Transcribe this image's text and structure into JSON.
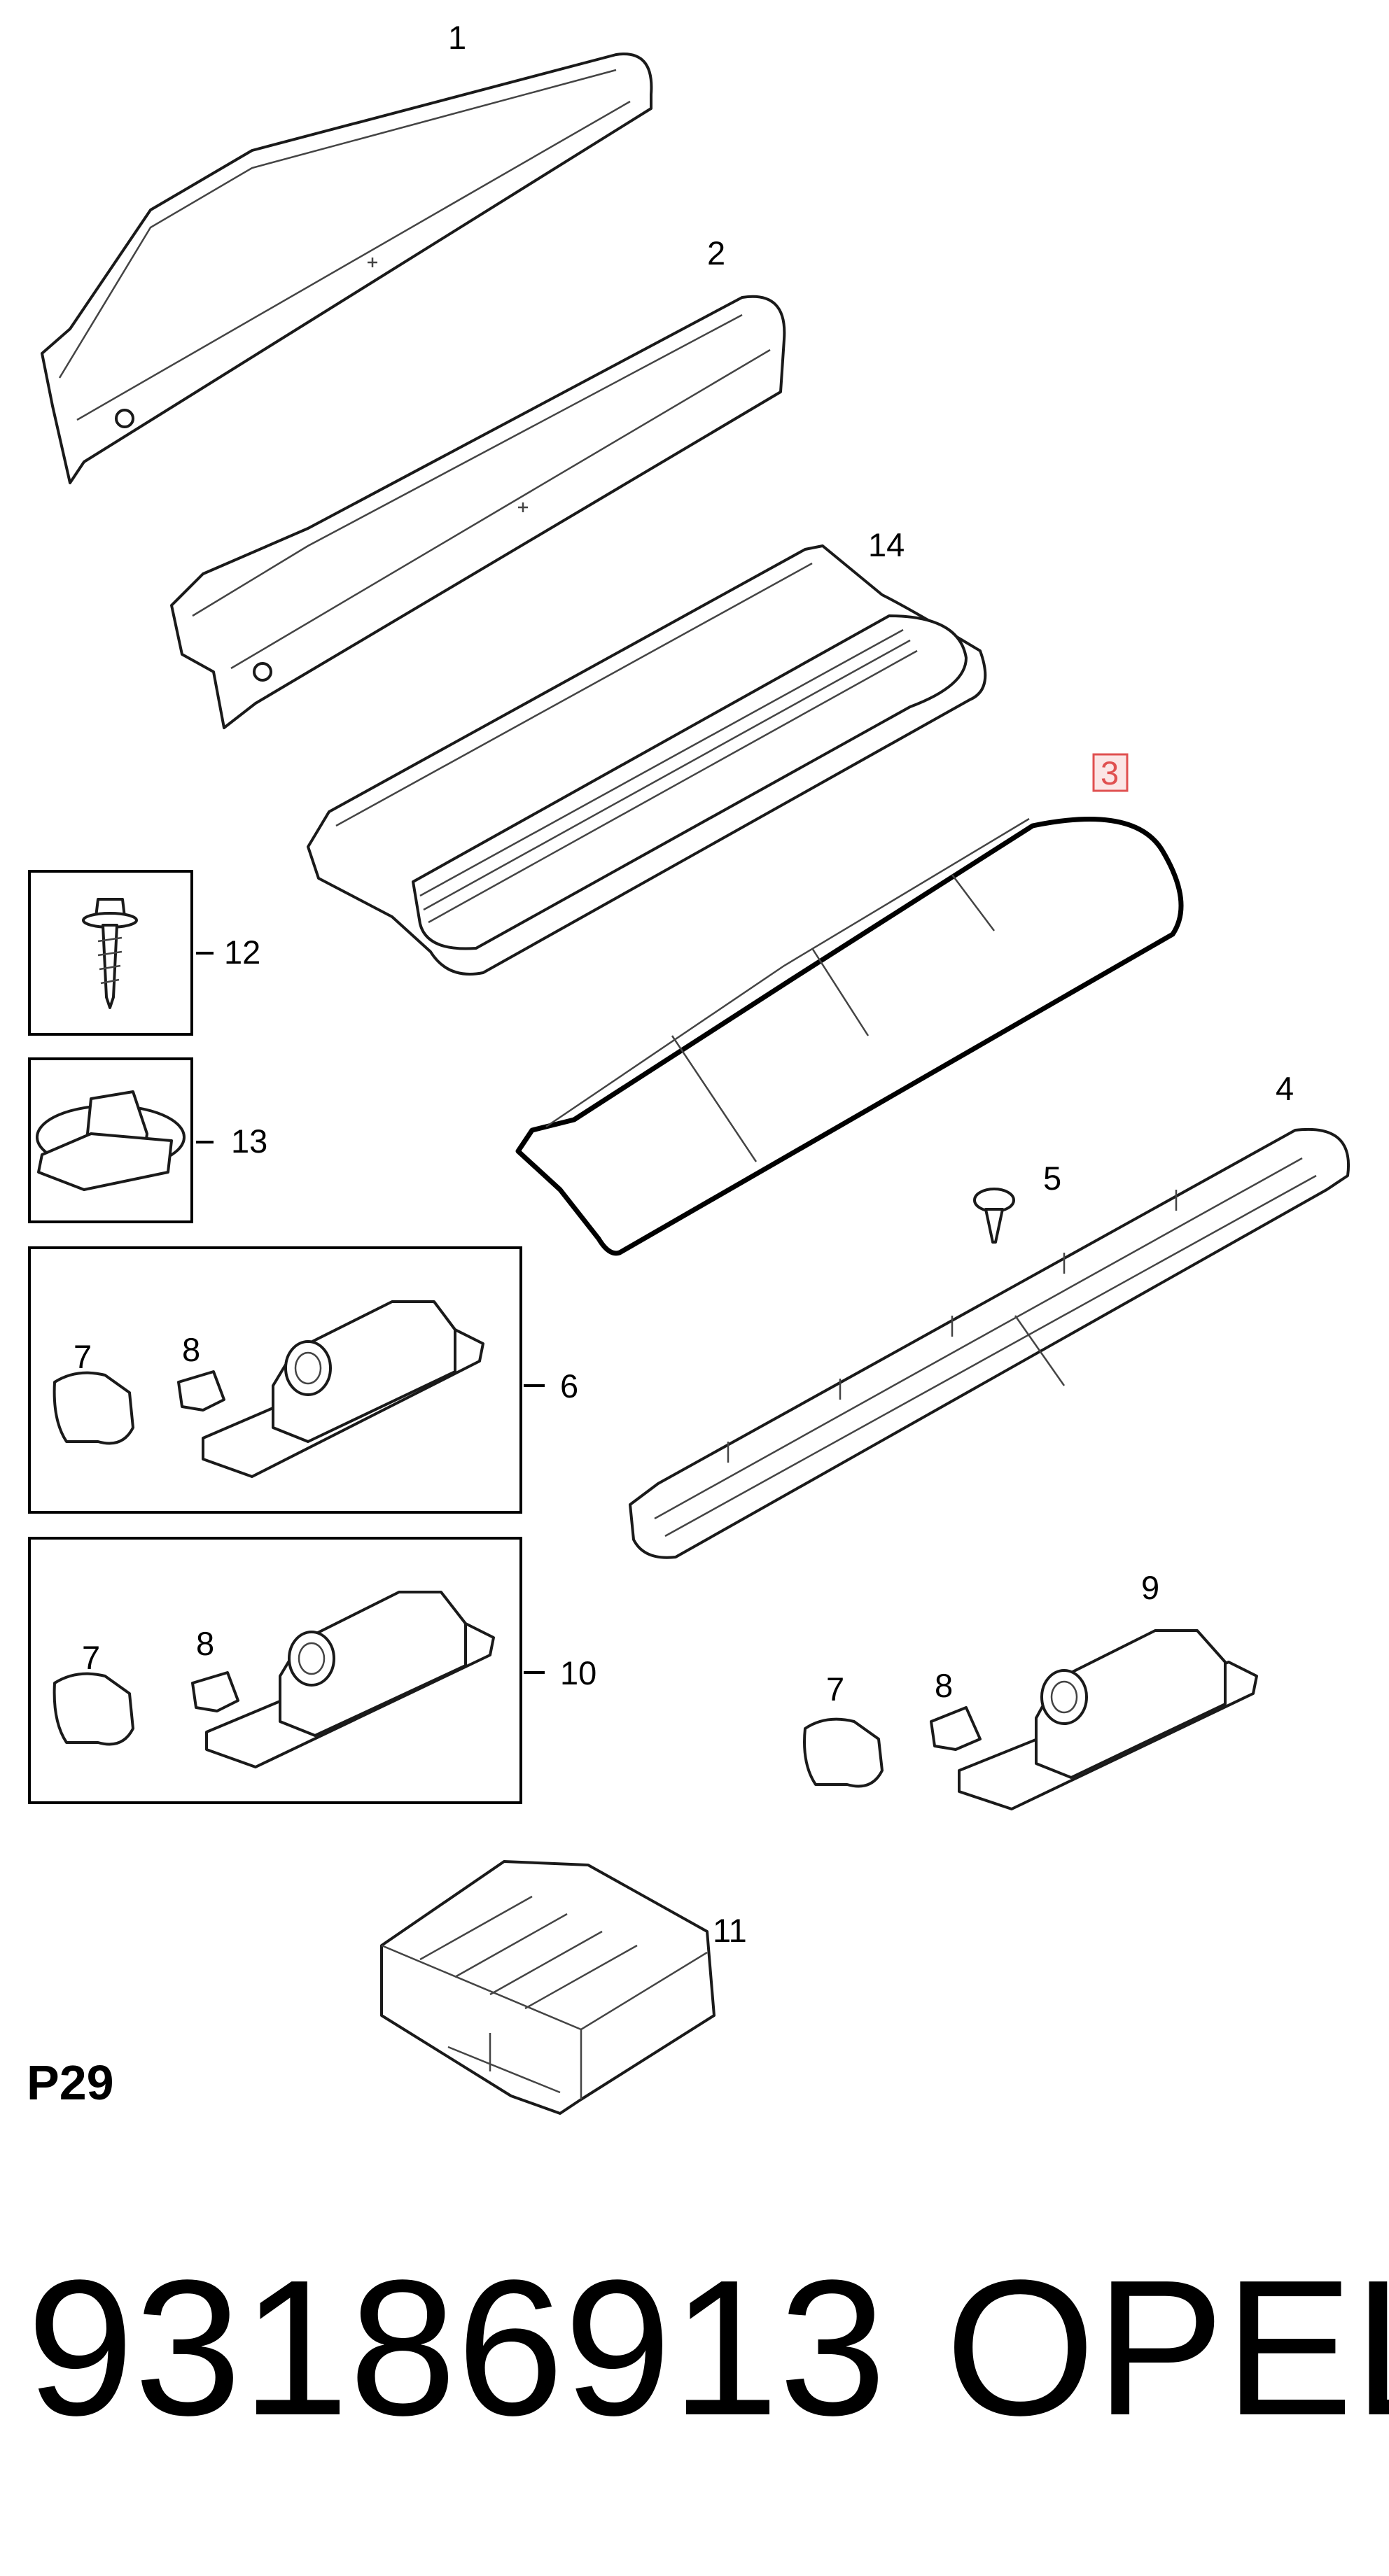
{
  "diagram": {
    "reference": "P29",
    "highlight_color": "#e05050",
    "labels": {
      "p1": "1",
      "p2": "2",
      "p3": "3",
      "p4": "4",
      "p5": "5",
      "p6": "6",
      "p7a": "7",
      "p8a": "8",
      "p7b": "7",
      "p8b": "8",
      "p7c": "7",
      "p8c": "8",
      "p9": "9",
      "p10": "10",
      "p11": "11",
      "p12": "12",
      "p13": "13",
      "p14": "14"
    }
  },
  "footer": {
    "part_number": "93186913",
    "brand": "OPEL"
  }
}
